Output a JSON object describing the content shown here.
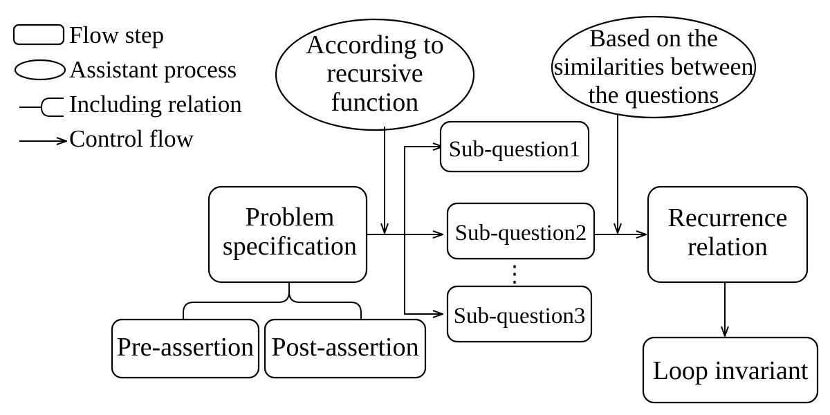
{
  "legend": {
    "flow_step": "Flow step",
    "assistant_process": "Assistant process",
    "including_relation": "Including relation",
    "control_flow": "Control flow"
  },
  "ellipse_recursive": {
    "line1": "According to",
    "line2": "recursive",
    "line3": "function"
  },
  "ellipse_similarities": {
    "line1": "Based on the",
    "line2": "similarities between",
    "line3": "the questions"
  },
  "problem_spec": {
    "line1": "Problem",
    "line2": "specification"
  },
  "pre_assertion": "Pre-assertion",
  "post_assertion": "Post-assertion",
  "sub_question1": "Sub-question1",
  "sub_question2": "Sub-question2",
  "sub_question3": "Sub-question3",
  "ellipsis": "⋮",
  "recurrence": {
    "line1": "Recurrence",
    "line2": "relation"
  },
  "loop_invariant": "Loop invariant"
}
